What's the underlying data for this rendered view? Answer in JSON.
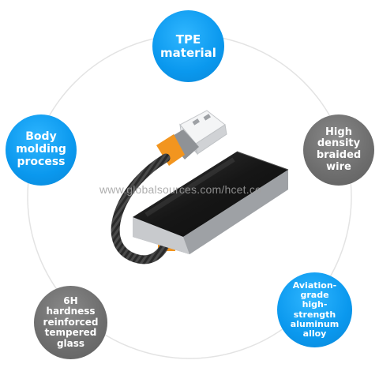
{
  "features": {
    "top": "TPE\nmaterial",
    "left": "Body\nmolding\nprocess",
    "right": "High\ndensity\nbraided\nwire",
    "bottom_left": "6H hardness\nreinforced\ntempered\nglass",
    "bottom_right": "Aviation-grade\nhigh-strength\naluminum\nalloy"
  },
  "watermark": "www.globalsources.com/hcet.co",
  "colors": {
    "blue_bubble": "#0a98ee",
    "grey_bubble": "#6d6d6d",
    "cable_accent": "#f2951f",
    "device_top": "#1b1b1b",
    "device_frame": "#b9bcc0"
  }
}
